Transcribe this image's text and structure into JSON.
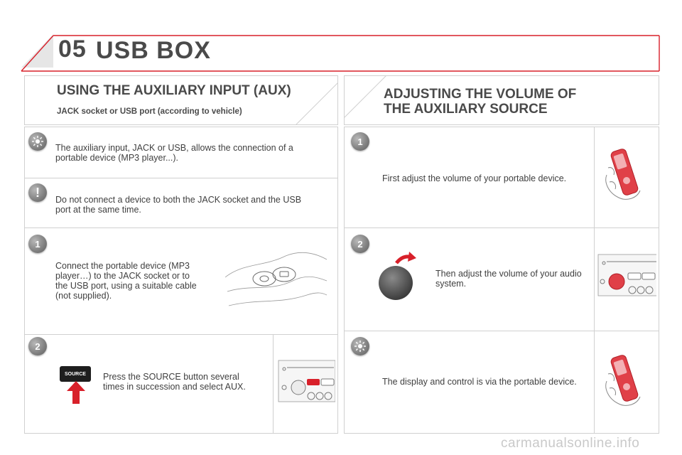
{
  "header": {
    "chapter": "05",
    "title": "USB BOX"
  },
  "left": {
    "title": "USING THE AUXILIARY INPUT (AUX)",
    "subtitle": "JACK socket or USB port (according to vehicle)",
    "tip_text": "The auxiliary input, JACK or USB, allows the connection of a portable device (MP3 player...).",
    "warning_text": "Do not connect a device to both the JACK socket and the USB port at the same time.",
    "step1": {
      "number": "1",
      "text": "Connect the portable device (MP3 player…) to the JACK socket or to the USB port, using a suitable cable (not supplied)."
    },
    "step2": {
      "number": "2",
      "button_label": "SOURCE",
      "text": "Press the SOURCE button several times in succession and select AUX."
    }
  },
  "right": {
    "title_line1": "ADJUSTING THE VOLUME OF",
    "title_line2": "THE AUXILIARY SOURCE",
    "step1": {
      "number": "1",
      "text": "First adjust the volume of your portable device."
    },
    "step2": {
      "number": "2",
      "text": "Then adjust the volume of your audio system."
    },
    "tip_text": "The display and control is via the portable device."
  },
  "footer": {
    "watermark": "carmanualsonline.info"
  },
  "colors": {
    "accent_red": "#d8202a",
    "badge_grey": "#8a8a8a",
    "border": "#d0d0d0"
  },
  "icons": [
    "light-bulb-icon",
    "exclamation-icon",
    "step-badge",
    "red-arrow-icon",
    "volume-knob",
    "portable-device-in-hand",
    "audio-unit",
    "jack-usb-sockets"
  ]
}
